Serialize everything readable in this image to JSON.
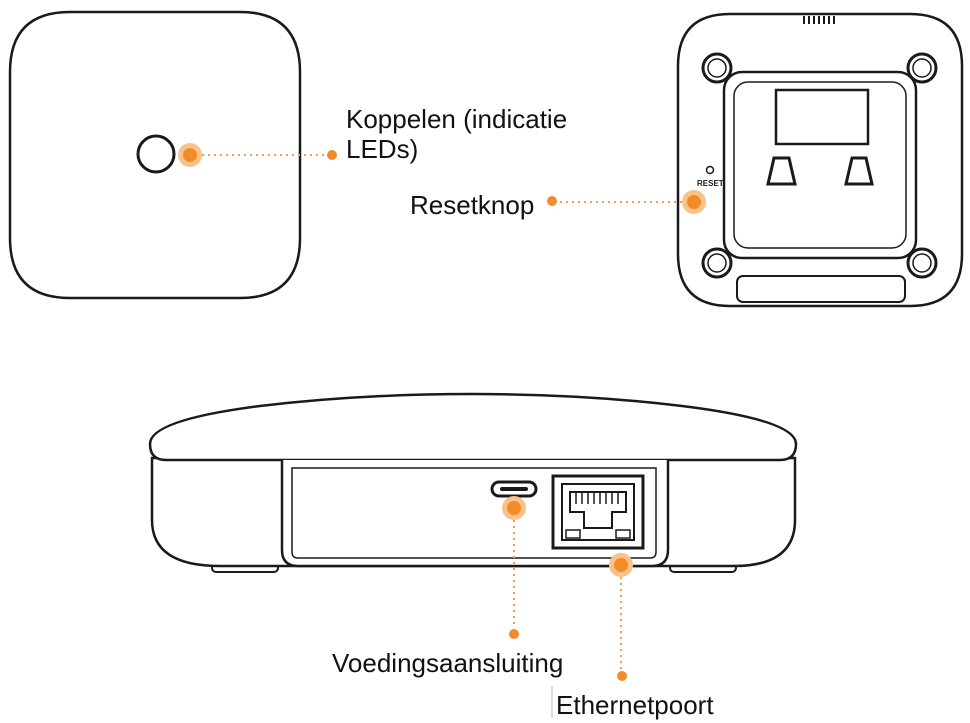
{
  "labels": {
    "pair": "Koppelen (indicatie LEDs)",
    "reset": "Resetknop",
    "power": "Voedingsaansluiting",
    "ethernet": "Ethernetpoort"
  },
  "device_text": {
    "reset_marking": "RESET"
  },
  "colors": {
    "callout": "#f28c28",
    "callout_line": "#f0a050",
    "outline": "#1a1a1a"
  }
}
